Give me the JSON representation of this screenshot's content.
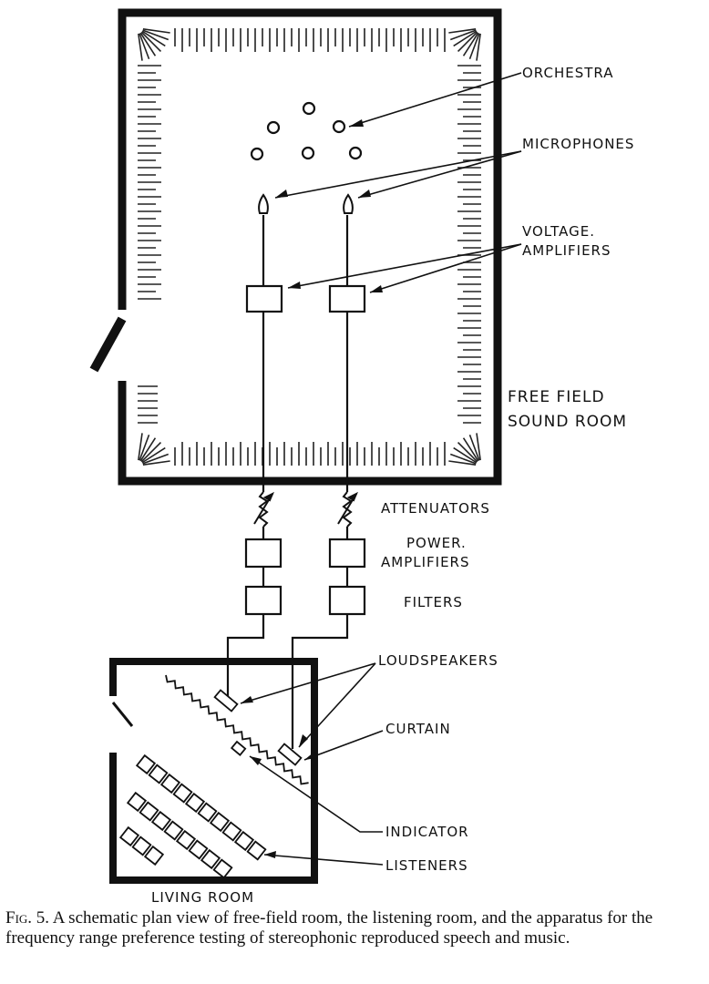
{
  "labels": {
    "orchestra": "ORCHESTRA",
    "microphones": "MICROPHONES",
    "voltage_amplifiers_line1": "VOLTAGE.",
    "voltage_amplifiers_line2": "AMPLIFIERS",
    "free_field_line1": "FREE FIELD",
    "free_field_line2": "SOUND ROOM",
    "attenuators": "ATTENUATORS",
    "power_amplifiers_line1": "POWER.",
    "power_amplifiers_line2": "AMPLIFIERS",
    "filters": "FILTERS",
    "loudspeakers": "LOUDSPEAKERS",
    "curtain": "CURTAIN",
    "indicator": "INDICATOR",
    "listeners": "LISTENERS",
    "living_room": "LIVING ROOM"
  },
  "caption": {
    "figure_number": "Fig. 5.",
    "text": "A schematic plan view of free-field room, the listening room, and the apparatus for the frequency range preference testing of stereophonic reproduced speech and music."
  }
}
